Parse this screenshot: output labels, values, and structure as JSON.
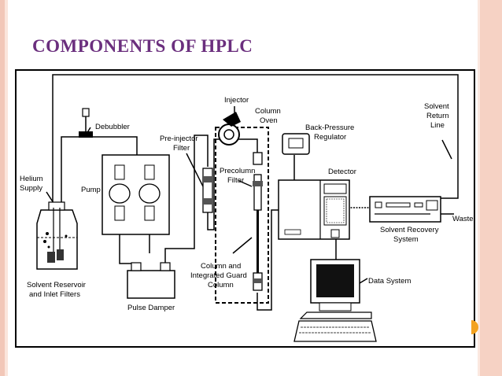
{
  "slide": {
    "title": "COMPONENTS OF HPLC"
  },
  "colors": {
    "title": "#6b2f7e",
    "frame": "#f2c7b8",
    "accent_dot": "#f3a21f"
  },
  "labels": {
    "injector": "Injector",
    "column_oven_1": "Column",
    "column_oven_2": "Oven",
    "solvent_return_1": "Solvent",
    "solvent_return_2": "Return",
    "solvent_return_3": "Line",
    "debubbler": "Debubbler",
    "pre_injector_1": "Pre-injector",
    "pre_injector_2": "Filter",
    "back_pressure_1": "Back-Pressure",
    "back_pressure_2": "Regulator",
    "helium_1": "Helium",
    "helium_2": "Supply",
    "pump": "Pump",
    "precolumn_1": "Precolumn",
    "precolumn_2": "Filter",
    "detector": "Detector",
    "waste": "Waste",
    "recovery_1": "Solvent Recovery",
    "recovery_2": "System",
    "guard_1": "Column and",
    "guard_2": "Integrated Guard",
    "guard_3": "Column",
    "data_system": "Data System",
    "reservoir_1": "Solvent Reservoir",
    "reservoir_2": "and Inlet Filters",
    "pulse_damper": "Pulse Damper"
  }
}
